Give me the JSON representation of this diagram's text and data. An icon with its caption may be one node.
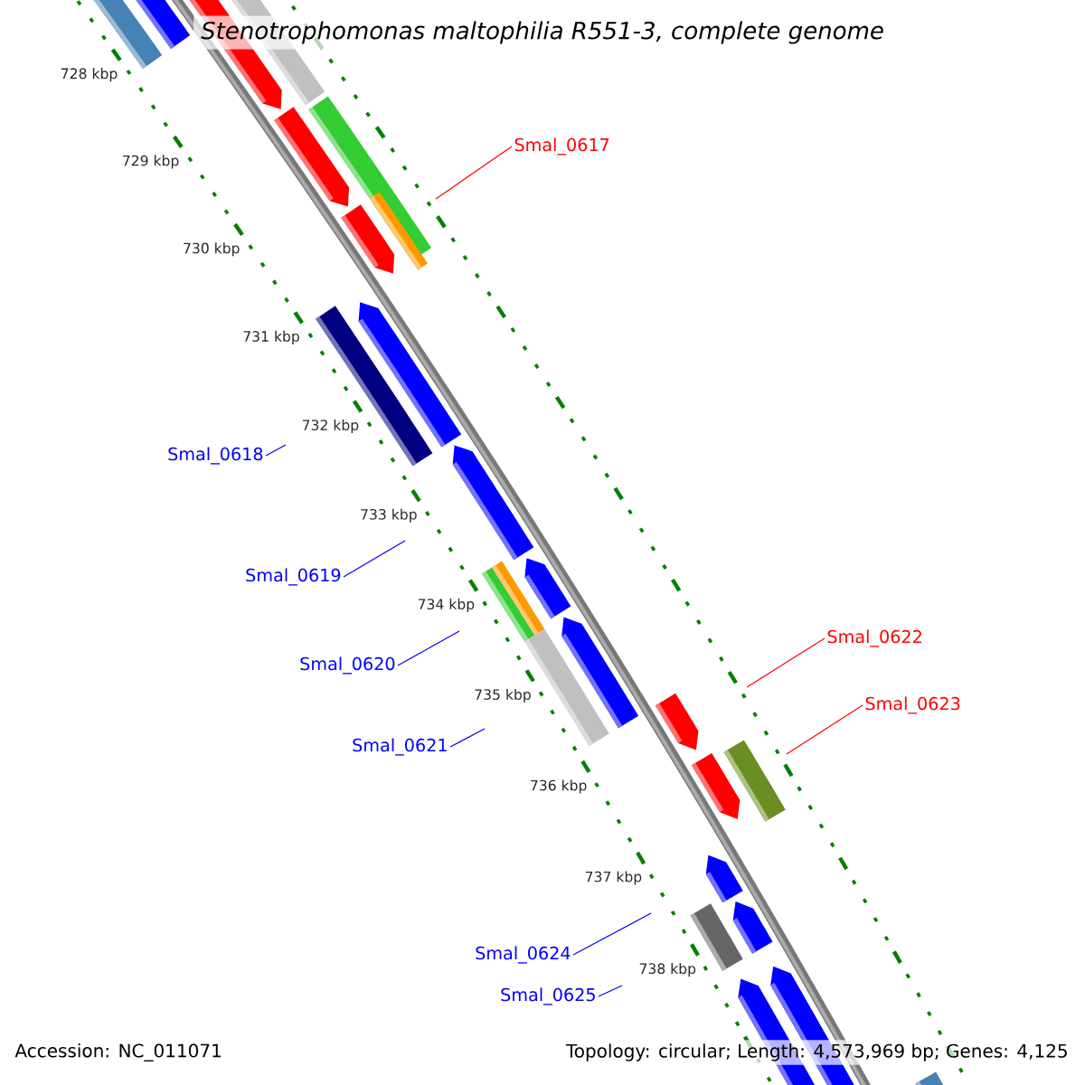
{
  "diagram": {
    "title": "Stenotrophomonas maltophilia R551-3, complete genome",
    "nodes": [
      {
        "text": [
          "Smal_0617"
        ]
      },
      {
        "text": [
          "Smal_0618"
        ]
      },
      {
        "text": [
          "Smal_0619"
        ]
      },
      {
        "text": [
          "Smal_0622"
        ]
      },
      {
        "text": [
          "Smal_0620"
        ]
      },
      {
        "text": [
          "Smal_0623"
        ]
      },
      {
        "text": [
          "Smal_0621"
        ]
      },
      {
        "text": [
          "Smal_0624"
        ]
      },
      {
        "text": [
          "Smal_0625"
        ]
      }
    ],
    "edges": [
      {
        "from": 0,
        "to": null,
        "arrow": "none",
        "color": "#ff0000"
      },
      {
        "from": 1,
        "to": null,
        "arrow": "none"
      },
      {
        "from": 2,
        "to": null,
        "arrow": "none"
      },
      {
        "from": 3,
        "to": null,
        "arrow": "none",
        "color": "#ff0000"
      },
      {
        "from": 4,
        "to": null,
        "arrow": "none"
      },
      {
        "from": 5,
        "to": null,
        "arrow": "none",
        "color": "#ff0000"
      },
      {
        "from": 6,
        "to": null,
        "arrow": "none"
      },
      {
        "from": 7,
        "to": null,
        "arrow": "none"
      },
      {
        "from": 8,
        "to": null,
        "arrow": "none"
      }
    ],
    "labels": [
      "728 kbp",
      "729 kbp",
      "730 kbp",
      "731 kbp",
      "732 kbp",
      "733 kbp",
      "734 kbp",
      "735 kbp",
      "736 kbp",
      "737 kbp",
      "738 kbp",
      "Accession: NC_011071",
      "Topology: circular; Length: 4,573,969 bp; Genes: 4,125"
    ]
  }
}
